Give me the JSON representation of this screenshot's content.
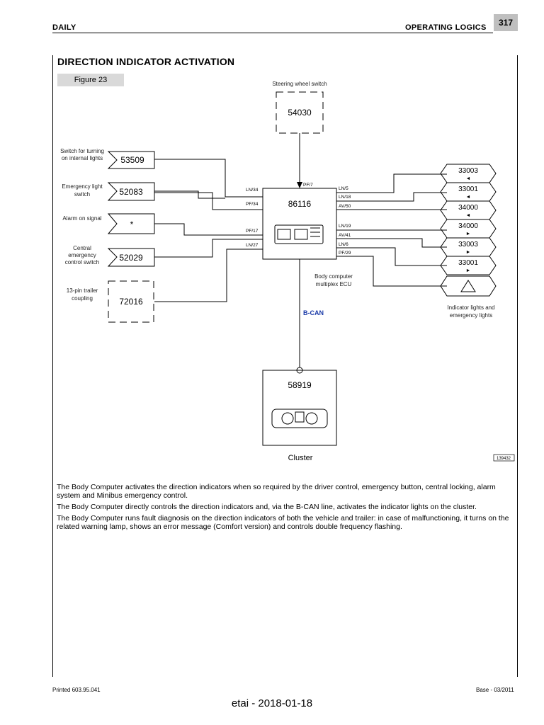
{
  "header": {
    "left": "DAILY",
    "right": "OPERATING LOGICS",
    "page_number": "317"
  },
  "section_title": "DIRECTION INDICATOR ACTIVATION",
  "figure_label": "Figure 23",
  "diagram": {
    "steering_label": "Steering wheel switch",
    "steering_code": "54030",
    "ecu_code": "86116",
    "ecu_label_1": "Body computer",
    "ecu_label_2": "multiplex ECU",
    "bcan_label": "B-CAN",
    "inputs": [
      {
        "code": "53509",
        "label_1": "Switch for turning",
        "label_2": "on internal lights",
        "label_3": ""
      },
      {
        "code": "52083",
        "label_1": "Emergency light",
        "label_2": "switch",
        "label_3": ""
      },
      {
        "code": "*",
        "label_1": "Alarm on signal",
        "label_2": "",
        "label_3": ""
      },
      {
        "code": "52029",
        "label_1": "Central",
        "label_2": "emergency",
        "label_3": "control switch"
      },
      {
        "code": "72016",
        "label_1": "13-pin trailer",
        "label_2": "coupling",
        "label_3": ""
      }
    ],
    "pins_left": [
      "LN/34",
      "PF/34",
      "PF/17",
      "LN/27"
    ],
    "pin_top": "PF/7",
    "pins_right": [
      "LN/5",
      "LN/18",
      "AV/50",
      "LN/19",
      "AV/41",
      "LN/6",
      "PF/29"
    ],
    "outputs": [
      {
        "code": "33003",
        "arrow": "◄"
      },
      {
        "code": "33001",
        "arrow": "◄"
      },
      {
        "code": "34000",
        "arrow": "◄"
      },
      {
        "code": "34000",
        "arrow": "►"
      },
      {
        "code": "33003",
        "arrow": "►"
      },
      {
        "code": "33001",
        "arrow": "►"
      }
    ],
    "outputs_label_1": "Indicator lights and",
    "outputs_label_2": "emergency lights",
    "cluster_code": "58919",
    "cluster_label": "Cluster",
    "image_id": "139432"
  },
  "paragraphs": [
    "The Body Computer activates the direction indicators when so required by the driver control, emergency button, central locking, alarm system and Minibus emergency control.",
    "The Body Computer directly controls the direction indicators and, via the B-CAN line, activates the indicator lights on the cluster.",
    "The Body Computer runs fault diagnosis on the direction indicators of both the vehicle and trailer: in case of malfunctioning, it turns on the related warning lamp, shows an error message (Comfort version) and controls double frequency flashing."
  ],
  "footer": {
    "left": "Printed 603.95.041",
    "right": "Base - 03/2011"
  },
  "watermark": "etai - 2018-01-18"
}
